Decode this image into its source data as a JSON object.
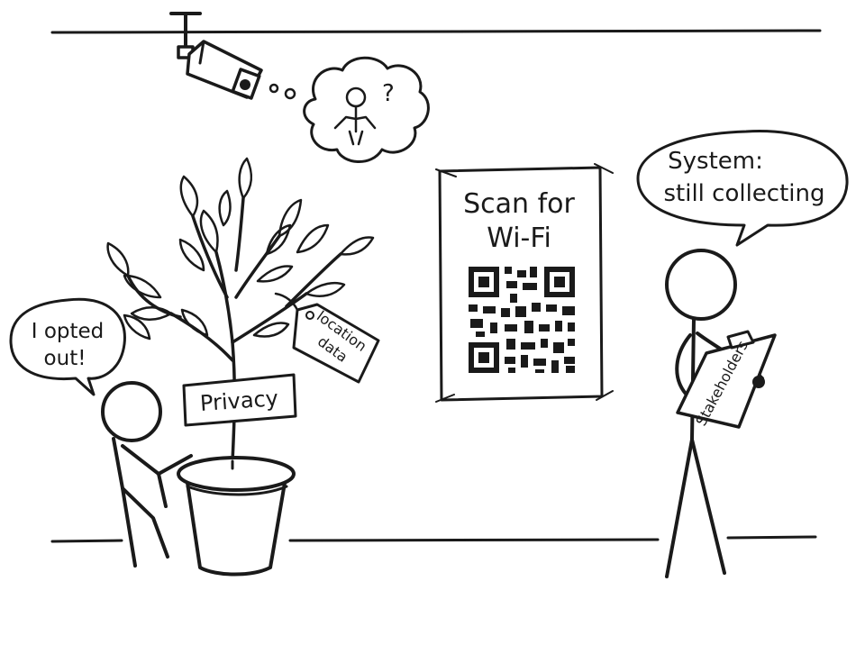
{
  "speech": {
    "kid": [
      "I opted",
      "out!"
    ],
    "stakeholder": [
      "System:",
      "still collecting"
    ]
  },
  "plant": {
    "sign": "Privacy",
    "tag": [
      "location",
      "data"
    ]
  },
  "poster": {
    "title": [
      "Scan for",
      "Wi-Fi"
    ]
  },
  "clipboard": {
    "label": "Stakeholders"
  },
  "thought": {
    "symbol": "?"
  },
  "colors": {
    "ink": "#1a1a1a",
    "background": "#ffffff"
  }
}
